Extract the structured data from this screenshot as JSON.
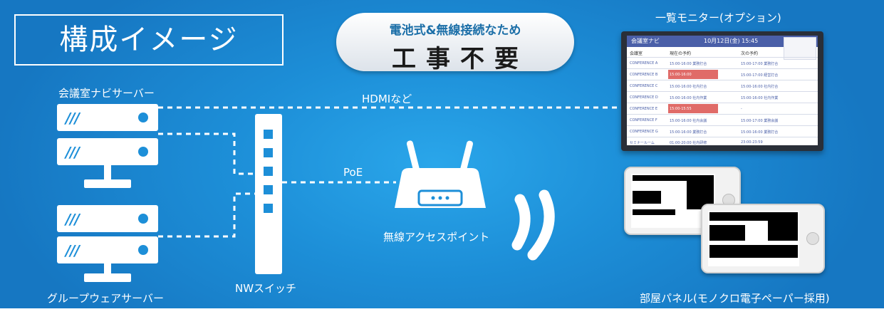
{
  "title": "構成イメージ",
  "badge": {
    "sub": "電池式&無線接続なため",
    "main": "工事不要"
  },
  "labels": {
    "conference_server": "会議室ナビサーバー",
    "groupware_server": "グループウェアサーバー",
    "nw_switch": "NWスイッチ",
    "access_point": "無線アクセスポイント",
    "monitor": "一覧モニター(オプション)",
    "room_panel": "部屋パネル(モノクロ電子ペーパー採用)",
    "hdmi": "HDMIなど",
    "poe": "PoE"
  },
  "server_slashes": "///",
  "monitor_screen": {
    "app_name": "会議室ナビ",
    "date": "10月12日(金) 15:45",
    "columns": [
      "会議室",
      "現在の予約",
      "次の予約"
    ],
    "rows": [
      {
        "room": "CONFERENCE A",
        "current": "15:00-16:00 業務打合",
        "next": "15:00-17:00 業務打合"
      },
      {
        "room": "CONFERENCE B",
        "current": "15:00-16:00",
        "next": "15:00-17:00 経営打合"
      },
      {
        "room": "CONFERENCE C",
        "current": "15:00-16:00 社内打合",
        "next": "15:00-16:00 社内打合"
      },
      {
        "room": "CONFERENCE D",
        "current": "15:00-16:00 社内作業",
        "next": "15:00-16:00 社内作業"
      },
      {
        "room": "CONFERENCE E",
        "current": "15:00-15:55",
        "next": "-"
      },
      {
        "room": "CONFERENCE F",
        "current": "15:00-16:00 社内会議",
        "next": "15:00-17:00 業務会議"
      },
      {
        "room": "CONFERENCE G",
        "current": "15:00-16:00 業務打合",
        "next": "15:00-16:00 業務打合"
      },
      {
        "room": "セミナールーム",
        "current": "01:00-20:00 社内研修",
        "next": "23:00-23:59"
      }
    ]
  },
  "colors": {
    "background": "#1d8fd8",
    "line": "#ffffff",
    "busy_cell": "#e06b68",
    "screen_header": "#4a5fa8"
  }
}
